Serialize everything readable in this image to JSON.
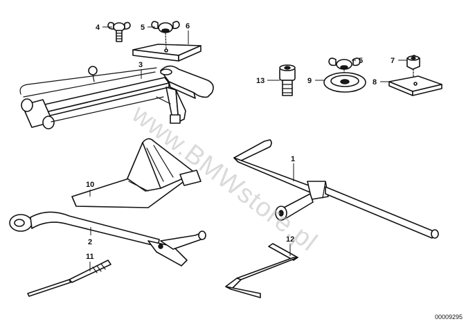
{
  "callouts": {
    "c1": "1",
    "c2": "2",
    "c3": "3",
    "c4": "4",
    "c5a": "5",
    "c5b": "5",
    "c6": "6",
    "c7": "7",
    "c8": "8",
    "c9": "9",
    "c10": "10",
    "c11": "11",
    "c12": "12",
    "c13": "13"
  },
  "watermark": "www.BMWstore.pl",
  "reference_number": "00009295",
  "colors": {
    "line": "#111111",
    "background": "#ffffff",
    "watermark": "#bdbdbd"
  }
}
